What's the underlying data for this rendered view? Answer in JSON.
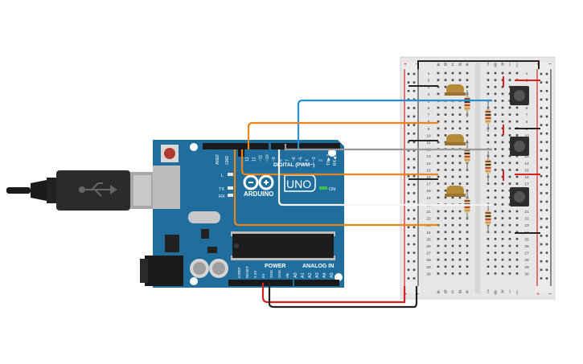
{
  "arduino": {
    "brand": "ARDUINO",
    "model": "UNO",
    "digital_label": "DIGITAL (PWM~)",
    "power_label": "POWER",
    "analog_label": "ANALOG IN",
    "on_label": "ON",
    "aref": "AREF",
    "gnd": "GND",
    "tx_pin": "TX▶ 1",
    "rx_pin": "RX◀ 0",
    "tx": "TX",
    "rx": "RX",
    "l": "L",
    "digital_pins": [
      "13",
      "12",
      "~11",
      "~10",
      "~9",
      "8",
      "7",
      "~6",
      "~5",
      "4",
      "~3",
      "2"
    ],
    "power_pins": [
      "IOREF",
      "RESET",
      "3.3V",
      "5V",
      "GND",
      "GND",
      "Vin"
    ],
    "analog_pins": [
      "A0",
      "A1",
      "A2",
      "A3",
      "A4",
      "A5"
    ]
  },
  "breadboard": {
    "plus": "+",
    "minus": "−",
    "cols_left": [
      "a",
      "b",
      "c",
      "d",
      "e"
    ],
    "cols_right": [
      "f",
      "g",
      "h",
      "i",
      "j"
    ],
    "row_numbers": [
      "1",
      "2",
      "3",
      "4",
      "5",
      "6",
      "7",
      "8",
      "9",
      "10",
      "11",
      "12",
      "13",
      "14",
      "15",
      "16",
      "17",
      "18",
      "19",
      "20",
      "21",
      "22",
      "23",
      "24",
      "25",
      "26",
      "27",
      "28",
      "29",
      "30"
    ]
  },
  "colors": {
    "board": "#1f6e9e",
    "board_dark": "#175a82",
    "wire_orange": "#e8861a",
    "wire_blue": "#2a8fd0",
    "wire_white": "#f4f4f4",
    "wire_gray": "#9a9a9a",
    "wire_red": "#d42121",
    "wire_black": "#222222",
    "led": "#b58a3a"
  },
  "icons": [
    "usb-icon",
    "infinity-logo-icon",
    "led-icon",
    "pushbutton-icon",
    "resistor-icon"
  ]
}
